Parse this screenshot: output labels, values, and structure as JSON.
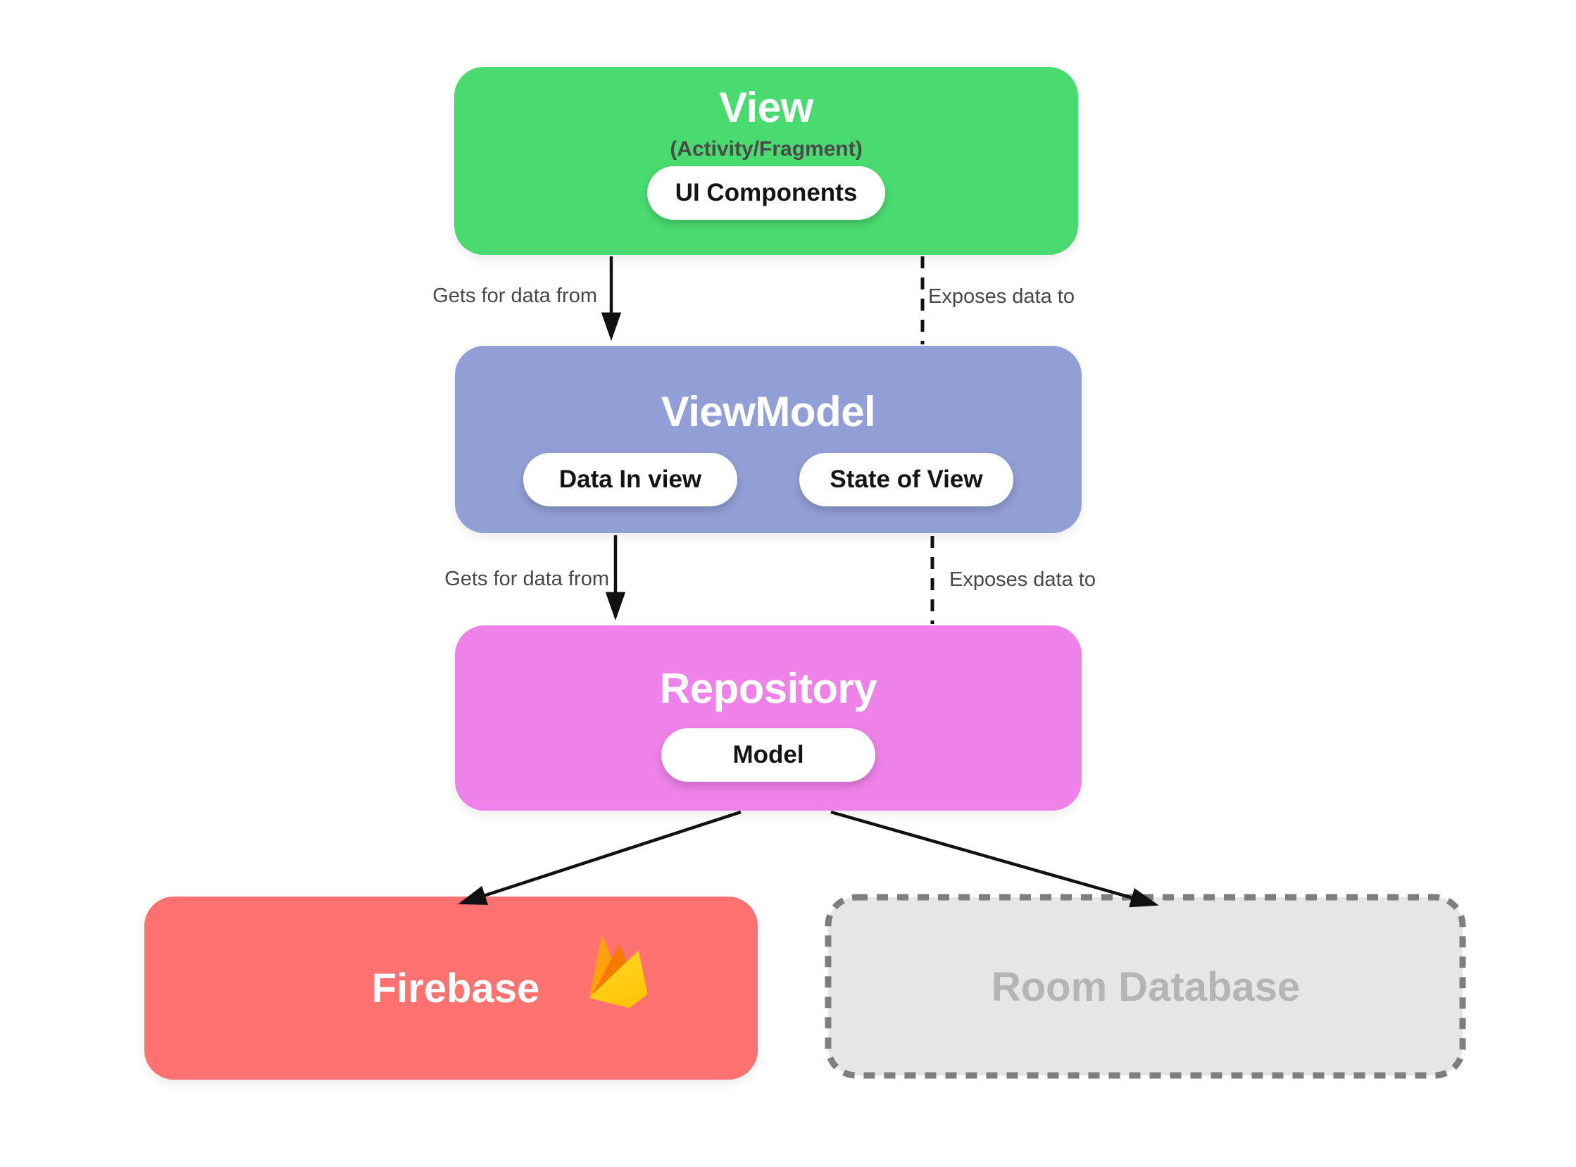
{
  "canvas": {
    "background": "#FFFFFF"
  },
  "diagram": {
    "nodes": {
      "view": {
        "title": "View",
        "subtitle": "(Activity/Fragment)",
        "chips": [
          "UI Components"
        ],
        "color": "#4ADB70"
      },
      "viewmodel": {
        "title": "ViewModel",
        "chips": [
          "Data In view",
          "State of View"
        ],
        "color": "#929ED6"
      },
      "repository": {
        "title": "Repository",
        "chips": [
          "Model"
        ],
        "color": "#EE82E8"
      },
      "firebase": {
        "title": "Firebase",
        "icon": "firebase-flame-icon",
        "color": "#FD7170"
      },
      "room_database": {
        "title": "Room Database",
        "fill": "#E6E6E6",
        "border_color": "#7E7E7E",
        "text_color": "#B5B5B5"
      }
    },
    "edges": [
      {
        "from": "view",
        "to": "viewmodel",
        "label": "Gets for data from",
        "style": "solid-arrow"
      },
      {
        "from": "viewmodel",
        "to": "view",
        "label": "Exposes data to",
        "style": "dashed-line"
      },
      {
        "from": "viewmodel",
        "to": "repository",
        "label": "Gets for data from",
        "style": "solid-arrow"
      },
      {
        "from": "repository",
        "to": "viewmodel",
        "label": "Exposes data to",
        "style": "dashed-line"
      },
      {
        "from": "repository",
        "to": "firebase",
        "style": "solid-arrow"
      },
      {
        "from": "repository",
        "to": "room_database",
        "style": "solid-arrow"
      }
    ],
    "edge_color": "#111111",
    "label_color": "#474747"
  }
}
